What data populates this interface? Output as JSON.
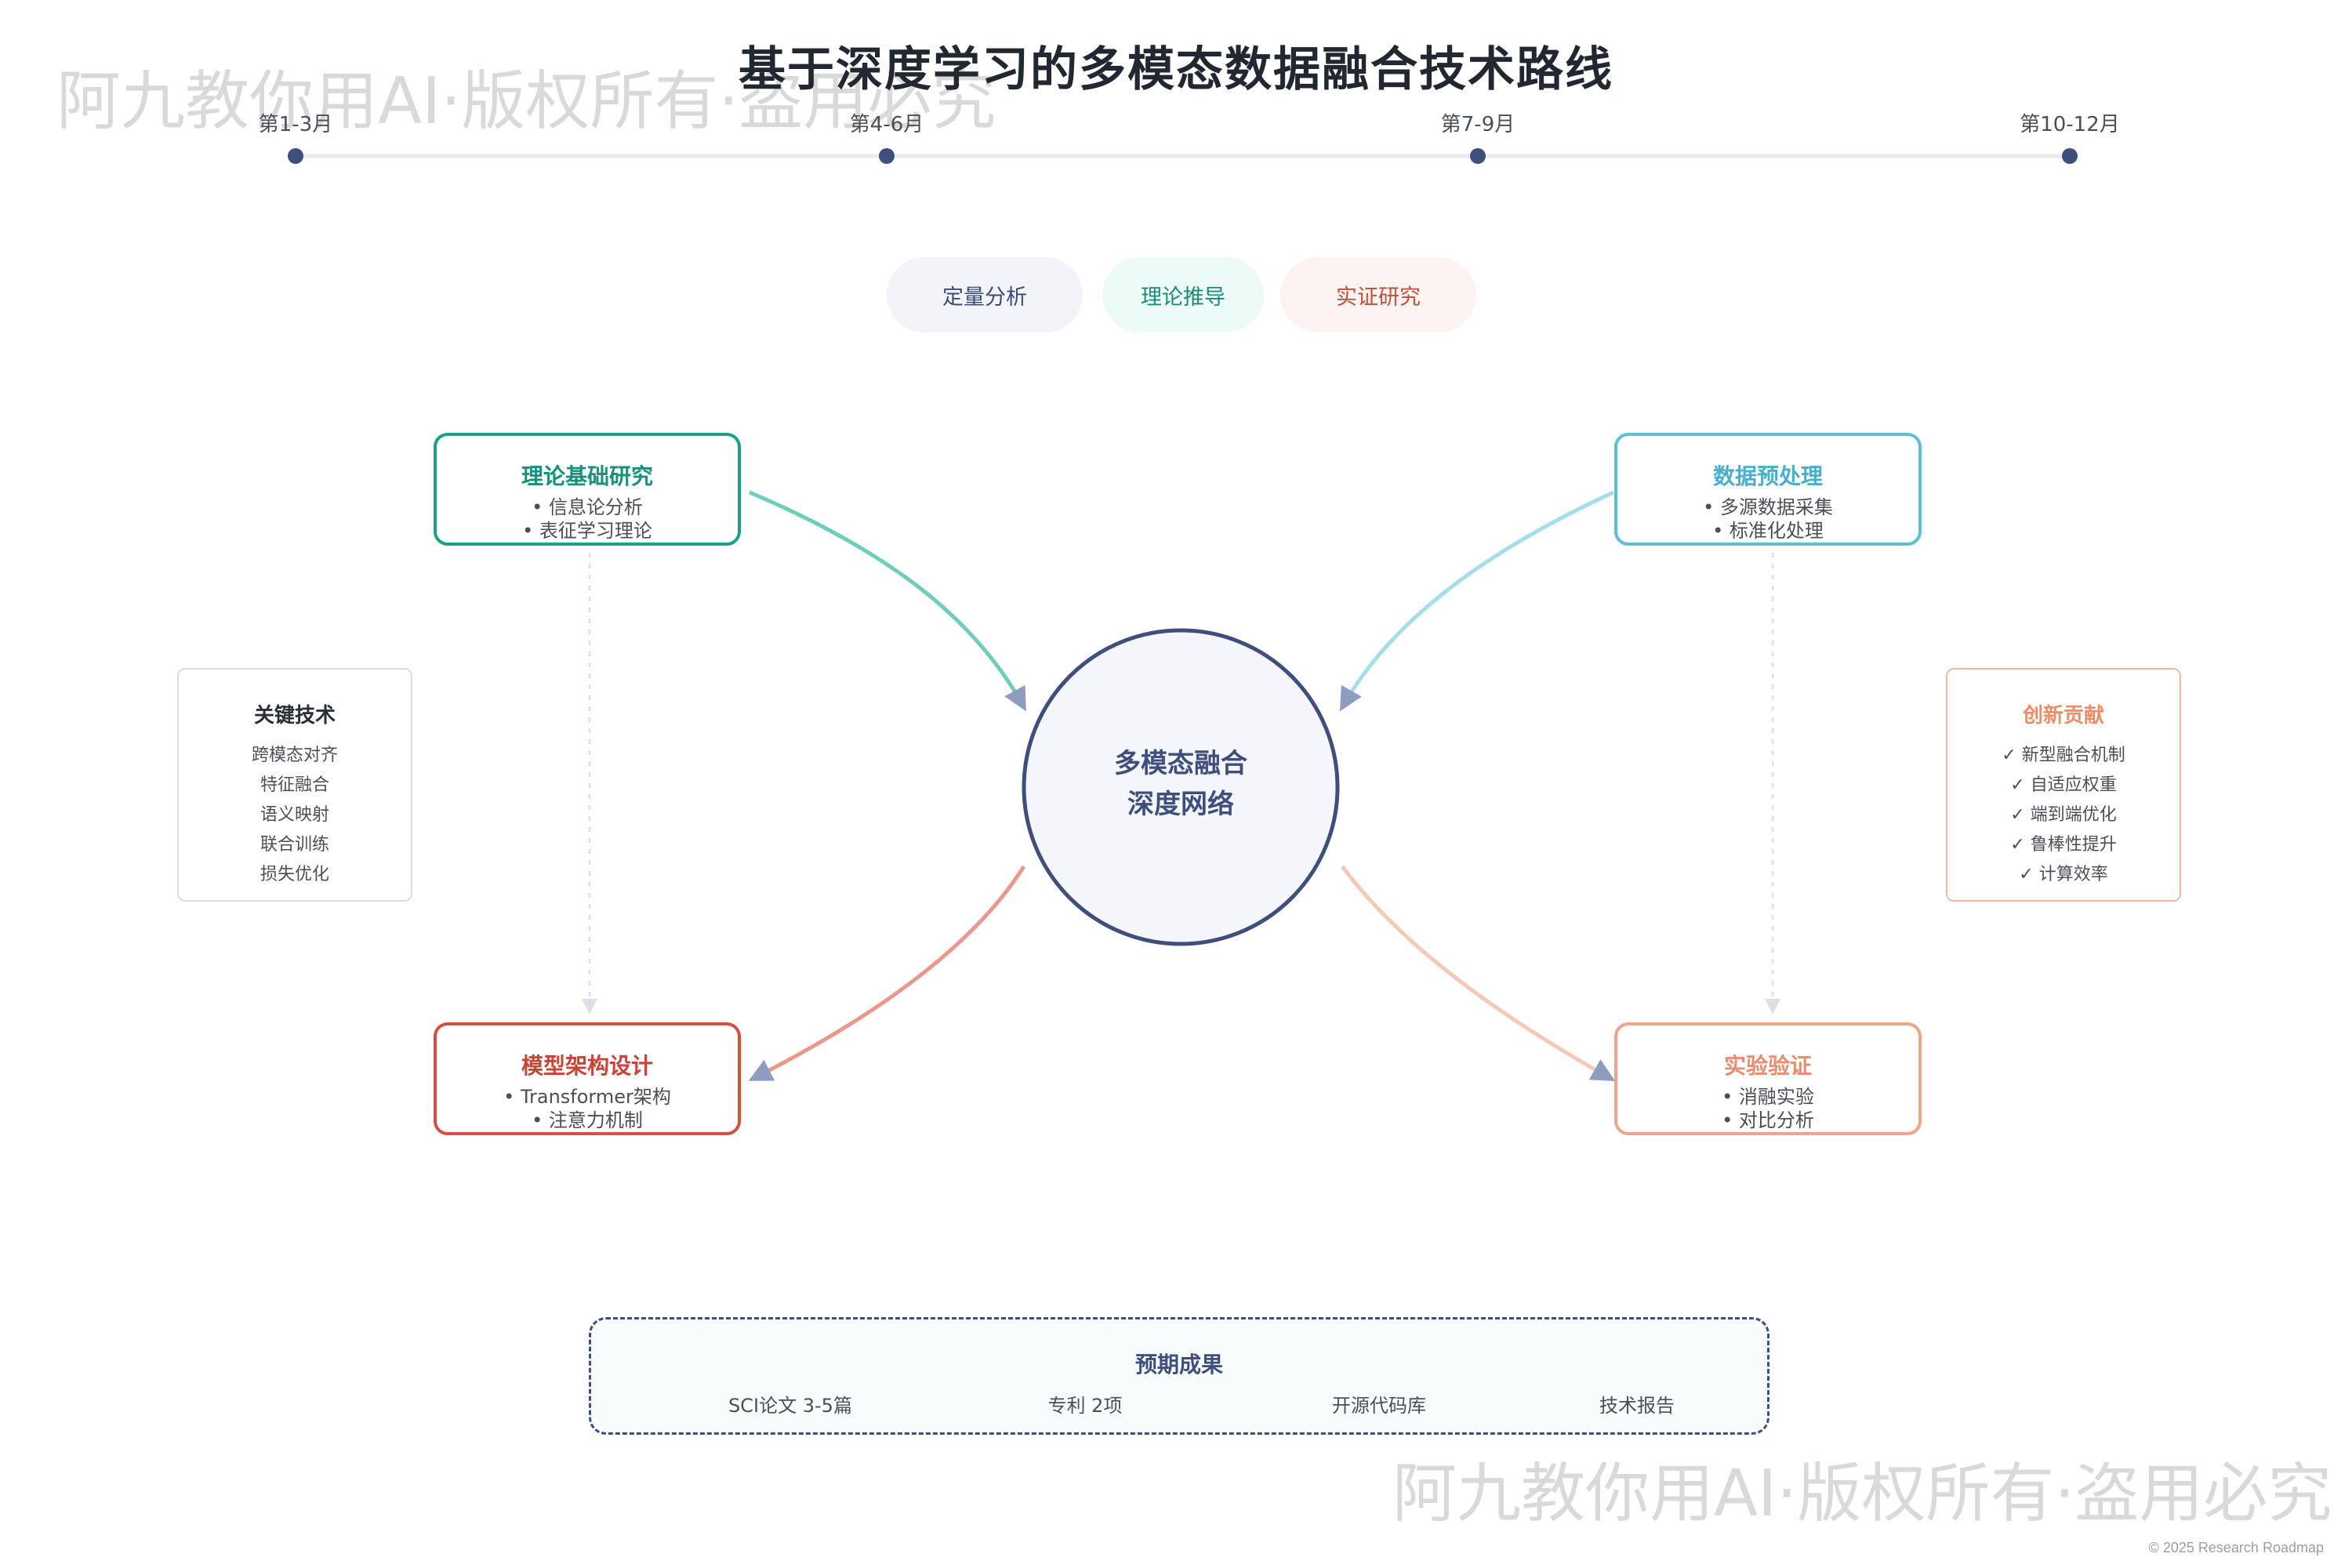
{
  "title": "基于深度学习的多模态数据融合技术路线",
  "watermark": "阿九教你用AI·版权所有·盗用必究",
  "timeline": [
    "第1-3月",
    "第4-6月",
    "第7-9月",
    "第10-12月"
  ],
  "tags": [
    "定量分析",
    "理论推导",
    "实证研究"
  ],
  "center": {
    "line1": "多模态融合",
    "line2": "深度网络"
  },
  "nodes": {
    "theory": {
      "title": "理论基础研究",
      "items": [
        "• 信息论分析",
        "• 表征学习理论"
      ]
    },
    "data": {
      "title": "数据预处理",
      "items": [
        "• 多源数据采集",
        "• 标准化处理"
      ]
    },
    "model": {
      "title": "模型架构设计",
      "items": [
        "• Transformer架构",
        "• 注意力机制"
      ]
    },
    "experiment": {
      "title": "实验验证",
      "items": [
        "• 消融实验",
        "• 对比分析"
      ]
    }
  },
  "key_tech": {
    "title": "关键技术",
    "items": [
      "跨模态对齐",
      "特征融合",
      "语义映射",
      "联合训练",
      "损失优化"
    ]
  },
  "innovation": {
    "title": "创新贡献",
    "items": [
      "✓ 新型融合机制",
      "✓ 自适应权重",
      "✓ 端到端优化",
      "✓ 鲁棒性提升",
      "✓ 计算效率"
    ]
  },
  "outcomes": {
    "title": "预期成果",
    "items": [
      "SCI论文 3-5篇",
      "专利 2项",
      "开源代码库",
      "技术报告"
    ]
  },
  "copyright": "© 2025 Research Roadmap",
  "colors": {
    "navy": "#3e4f7e",
    "teal": "#17a08a",
    "cyan": "#5cbfd4",
    "red": "#d64e40",
    "salmon": "#f0a489",
    "arrowhead": "#8e9cbd"
  }
}
